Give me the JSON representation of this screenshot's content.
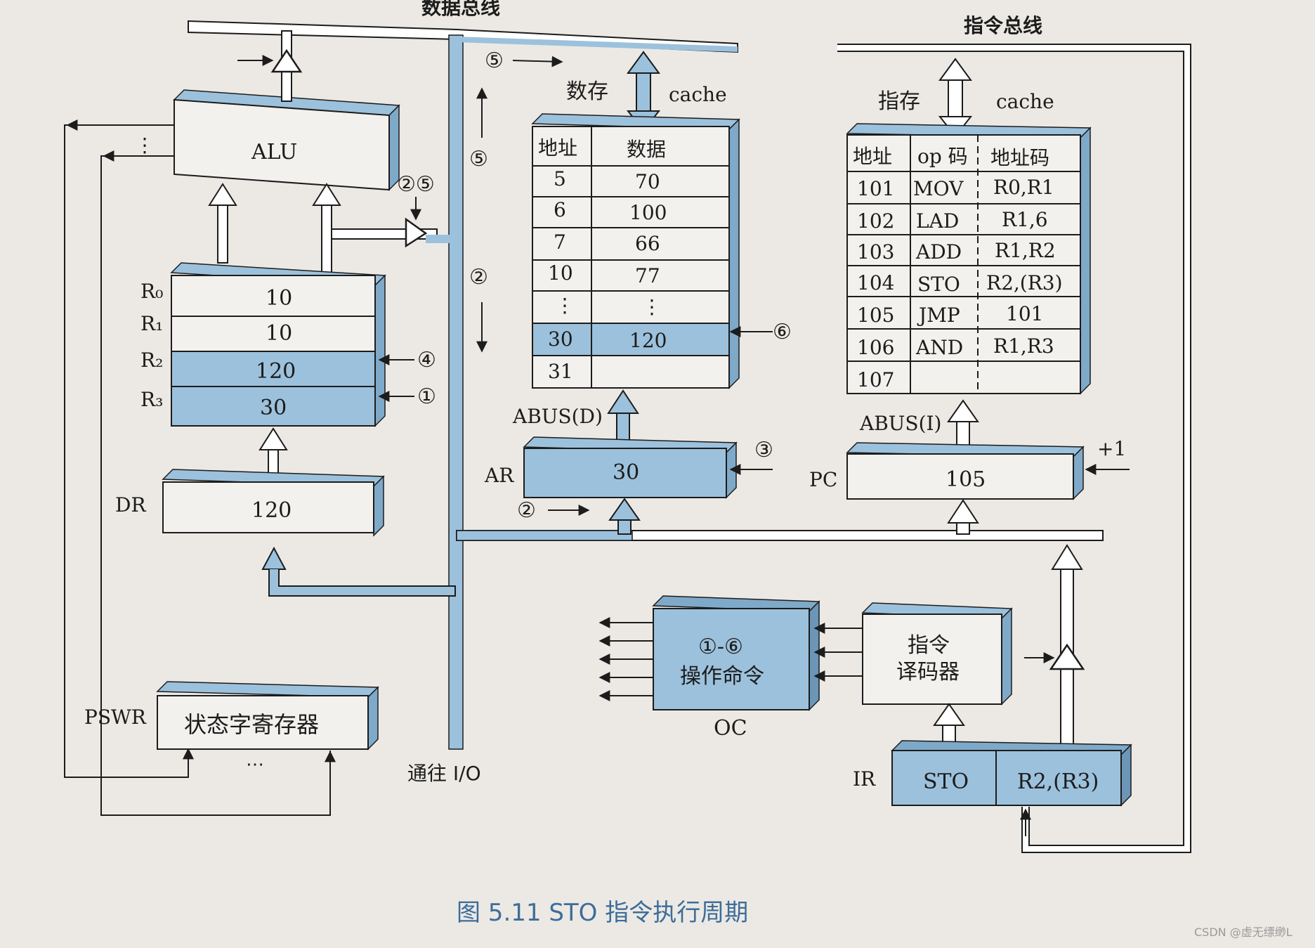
{
  "buses": {
    "data_bus": "数据总线",
    "instr_bus": "指令总线",
    "io": "通往 I/O"
  },
  "alu": {
    "label": "ALU",
    "dots": "⋮"
  },
  "registers": [
    {
      "name": "R₀",
      "value": "10"
    },
    {
      "name": "R₁",
      "value": "10"
    },
    {
      "name": "R₂",
      "value": "120"
    },
    {
      "name": "R₃",
      "value": "30"
    }
  ],
  "dr": {
    "label": "DR",
    "value": "120"
  },
  "pswr": {
    "label": "PSWR",
    "text": "状态字寄存器",
    "dots": "⋯"
  },
  "data_mem": {
    "title": "数存",
    "cache": "cache",
    "headers": [
      "地址",
      "数据"
    ],
    "rows": [
      [
        "5",
        "70"
      ],
      [
        "6",
        "100"
      ],
      [
        "7",
        "66"
      ],
      [
        "10",
        "77"
      ],
      [
        "⋮",
        "⋮"
      ],
      [
        "30",
        "120"
      ],
      [
        "31",
        ""
      ]
    ],
    "abus": "ABUS(D)"
  },
  "ar": {
    "label": "AR",
    "value": "30"
  },
  "instr_mem": {
    "title": "指存",
    "cache": "cache",
    "headers": [
      "地址",
      "op 码",
      "地址码"
    ],
    "rows": [
      [
        "101",
        "MOV",
        "R0,R1"
      ],
      [
        "102",
        "LAD",
        "R1,6"
      ],
      [
        "103",
        "ADD",
        "R1,R2"
      ],
      [
        "104",
        "STO",
        "R2,(R3)"
      ],
      [
        "105",
        "JMP",
        "101"
      ],
      [
        "106",
        "AND",
        "R1,R3"
      ],
      [
        "107",
        "",
        ""
      ]
    ],
    "abus": "ABUS(I)"
  },
  "pc": {
    "label": "PC",
    "value": "105",
    "inc": "+1"
  },
  "oc": {
    "label": "OC",
    "range": "①-⑥",
    "text": "操作命令"
  },
  "decoder": {
    "line1": "指令",
    "line2": "译码器"
  },
  "ir": {
    "label": "IR",
    "op": "STO",
    "addr": "R2,(R3)"
  },
  "steps": {
    "s1": "①",
    "s2": "②",
    "s3": "③",
    "s4": "④",
    "s5": "⑤",
    "s6": "⑥",
    "s25": "②⑤"
  },
  "caption": "图 5.11   STO 指令执行周期",
  "watermark": "CSDN @虚无缥缈L",
  "colors": {
    "highlight": "#9cc1dc",
    "box_side": "#7fa9c9",
    "ink": "#1c1c1c",
    "caption": "#3d6d9a"
  }
}
